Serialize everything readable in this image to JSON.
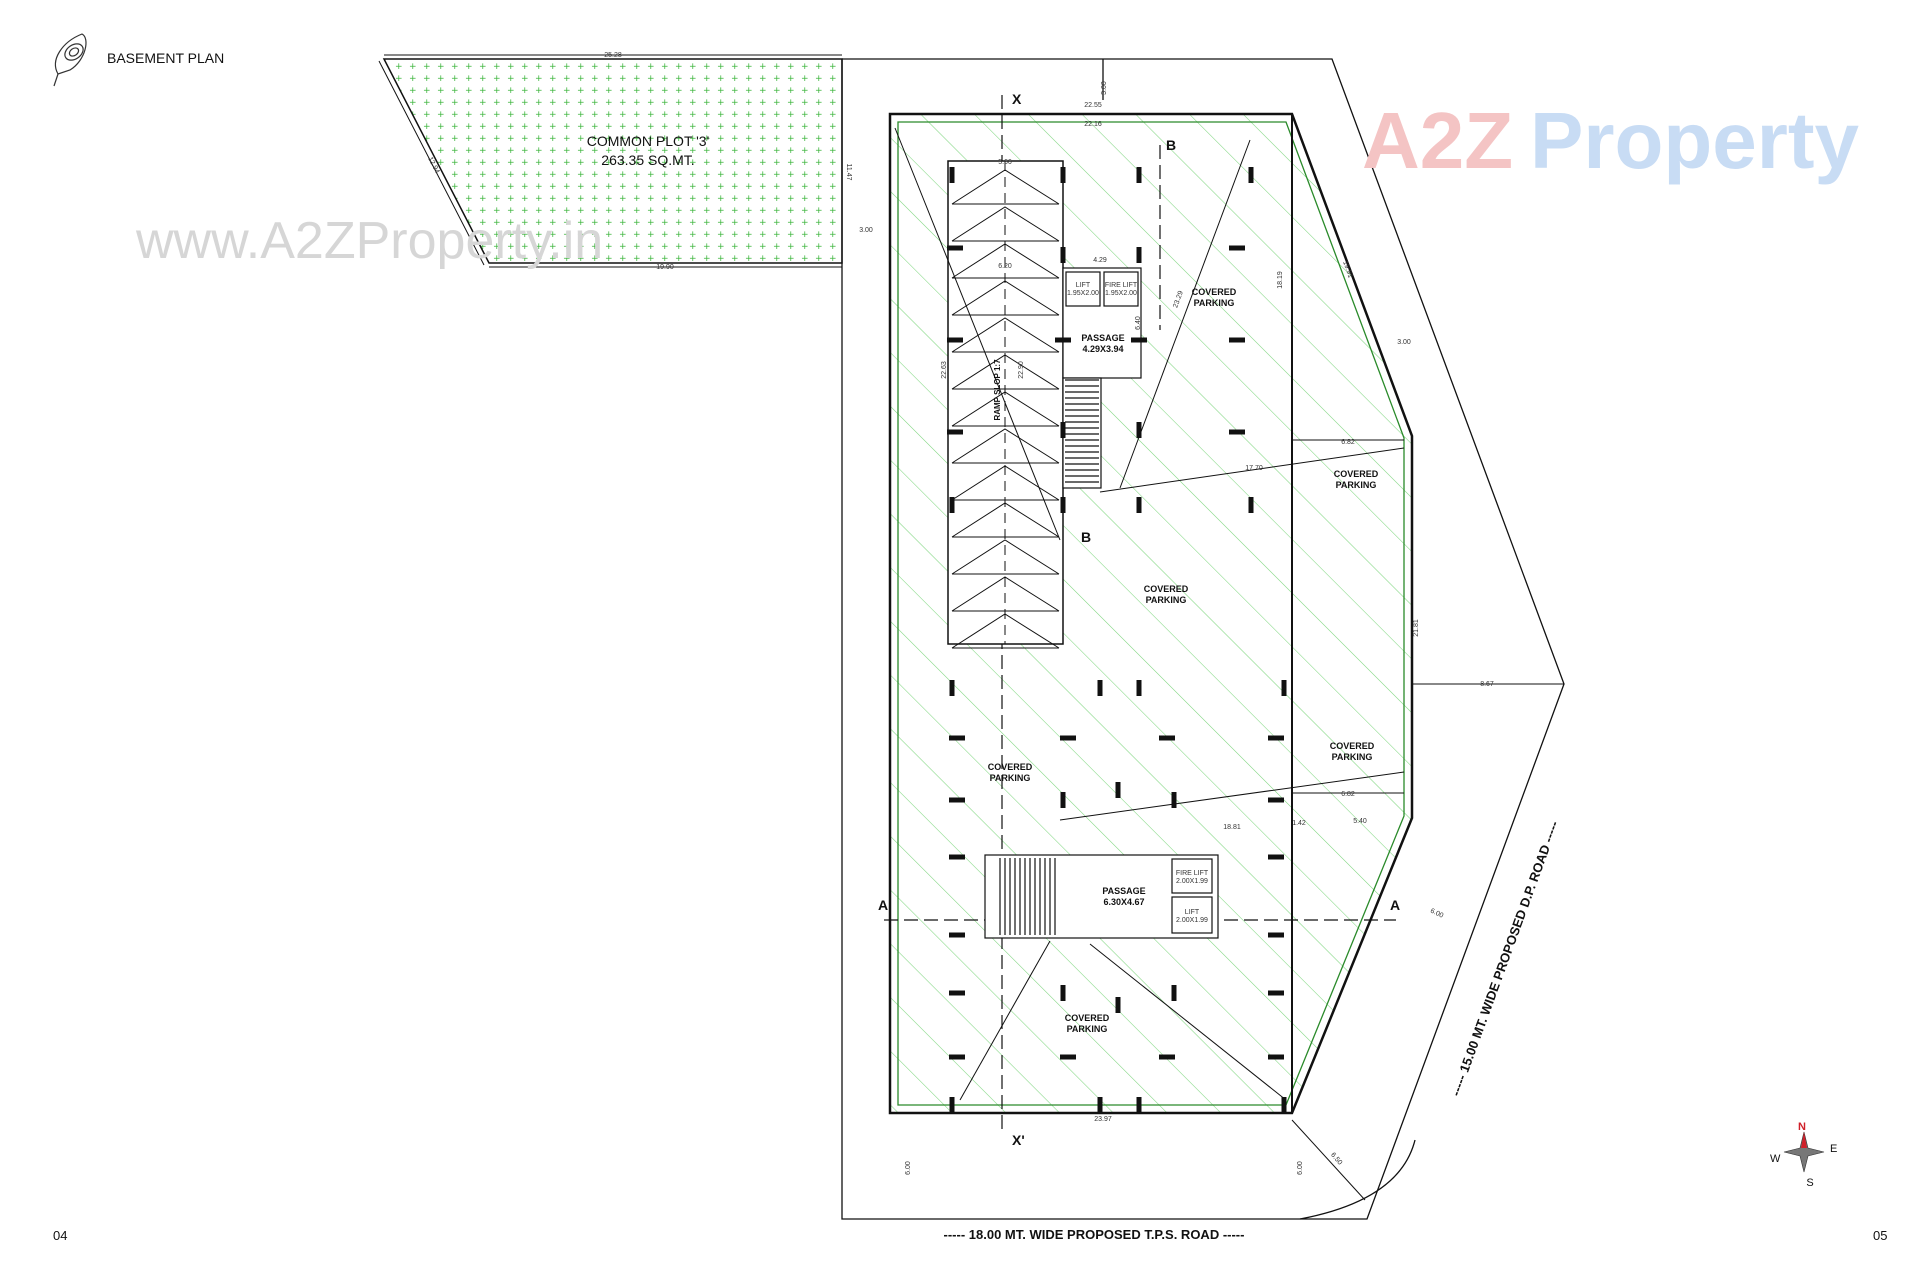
{
  "header": {
    "title": "BASEMENT PLAN",
    "logo_icon": "leaf-logo-icon"
  },
  "page_numbers": {
    "left": "04",
    "right": "05"
  },
  "watermarks": {
    "url": "www.A2ZProperty.in",
    "brand_a2z": "A2Z",
    "brand_property": "Property"
  },
  "common_plot": {
    "name": "COMMON PLOT '3'",
    "area": "263.35 SQ.MT."
  },
  "roads": {
    "bottom": "----- 18.00 MT. WIDE  PROPOSED T.P.S. ROAD -----",
    "right": "----- 15.00 MT. WIDE  PROPOSED D.P. ROAD -----"
  },
  "areas": {
    "parking_label_1": "COVERED",
    "parking_label_2": "PARKING",
    "passage_top": {
      "name": "PASSAGE",
      "size": "4.29X3.94"
    },
    "passage_bottom": {
      "name": "PASSAGE",
      "size": "6.30X4.67"
    },
    "lift_top": {
      "name": "LIFT",
      "size": "1.95X2.00"
    },
    "fire_lift_top": {
      "name": "FIRE LIFT",
      "size": "1.95X2.00"
    },
    "fire_lift_bottom": {
      "name": "FIRE LIFT",
      "size": "2.00X1.99"
    },
    "lift_bottom": {
      "name": "LIFT",
      "size": "2.00X1.99"
    },
    "ramp": "RAMP SLOP 1:7"
  },
  "section_marks": {
    "x": "X",
    "x_prime": "X'",
    "b": "B",
    "a": "A"
  },
  "dimensions": {
    "plot_top": "25.28",
    "plot_bottom": "19.90",
    "plot_left": "12.94",
    "plot_right": "11.47",
    "plot_gap": "3.00",
    "bldg_top_outer": "22.55",
    "bldg_top_inner": "22.16",
    "top_margin": "3.00",
    "ramp_width": "5.66",
    "ramp_width2": "6.20",
    "ramp_len": "22.63",
    "ramp_len2": "22.90",
    "passage_w": "4.29",
    "passage_h": "6.40",
    "diag1": "23.29",
    "side_top": "18.19",
    "side_diag": "19.91",
    "side_margin": "3.00",
    "mid_w": "6.82",
    "diag2": "17.70",
    "right_h": "21.81",
    "right_margin": "8.67",
    "low_w": "6.82",
    "low_diag": "18.81",
    "low_a": "1.42",
    "low_b": "5.40",
    "bldg_bottom": "23.97",
    "bottom_margin_l": "6.00",
    "bottom_margin_r": "6.00",
    "corner": "6.50",
    "road_gap": "6.00"
  },
  "compass": {
    "n": "N",
    "e": "E",
    "s": "S",
    "w": "W"
  },
  "colors": {
    "hatch": "#7fd67f",
    "wall_green": "#2a8a2a",
    "line": "#111111",
    "compass_north": "#d0202a"
  }
}
